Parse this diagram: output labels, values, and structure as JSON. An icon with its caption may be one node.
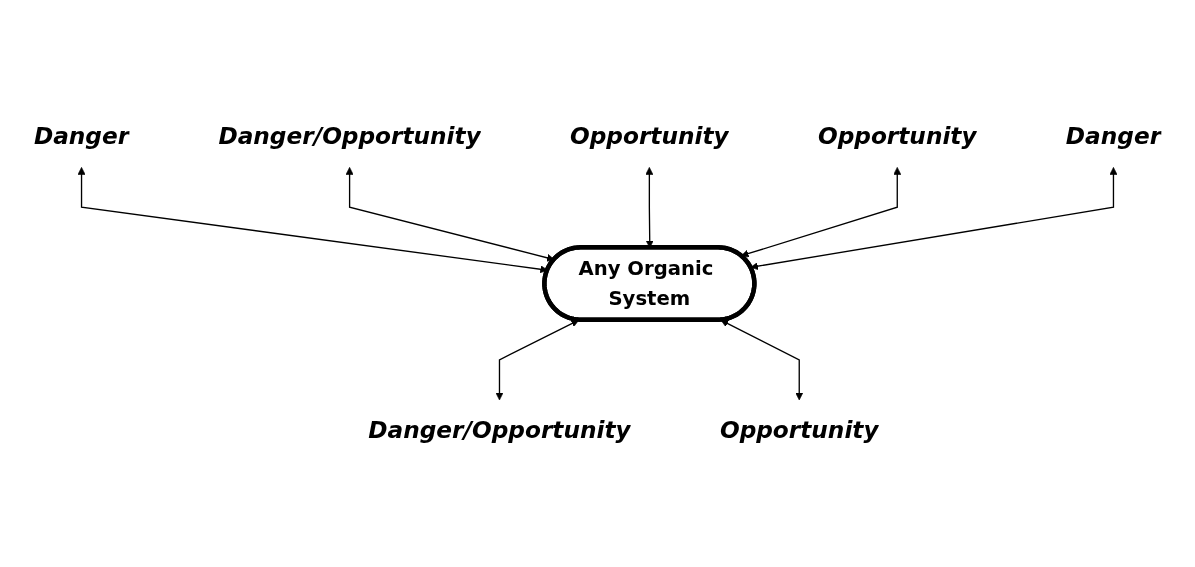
{
  "diagram": {
    "nodes": [
      {
        "text": [
          "Danger"
        ]
      },
      {
        "text": [
          "Danger/Opportunity"
        ]
      },
      {
        "text": [
          "Opportunity"
        ]
      },
      {
        "text": [
          "Opportunity"
        ]
      },
      {
        "text": [
          "Danger"
        ]
      },
      {
        "text": [
          "Any Organic System"
        ]
      },
      {
        "text": [
          "Danger/Opportunity"
        ]
      },
      {
        "text": [
          "Opportunity"
        ]
      }
    ],
    "edges": [
      {
        "from": 0,
        "to": 5,
        "arrow": "both"
      },
      {
        "from": 1,
        "to": 5,
        "arrow": "both"
      },
      {
        "from": 2,
        "to": 5,
        "arrow": "both"
      },
      {
        "from": 3,
        "to": 5,
        "arrow": "both"
      },
      {
        "from": 4,
        "to": 5,
        "arrow": "both"
      },
      {
        "from": 5,
        "to": 6,
        "arrow": "both"
      },
      {
        "from": 5,
        "to": 7,
        "arrow": "both"
      }
    ]
  }
}
